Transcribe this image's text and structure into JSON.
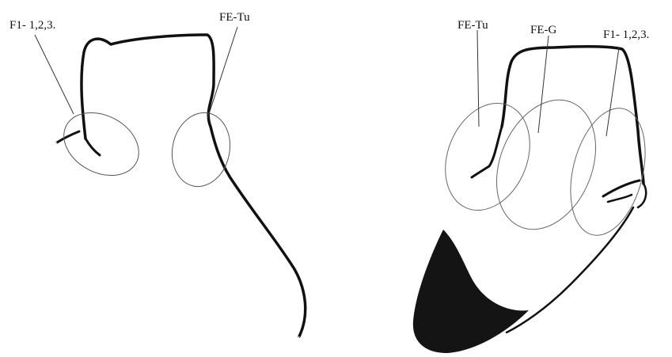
{
  "figures": [
    {
      "id": "left",
      "labels": {
        "a": "F1- 1,2,3.",
        "b": "FE-Tu"
      }
    },
    {
      "id": "right",
      "labels": {
        "a": "FE-Tu",
        "b": "FE-G",
        "c": "F1- 1,2,3."
      }
    }
  ],
  "colors": {
    "outline": "#111111",
    "shade": "#000000",
    "ring": "#555555",
    "background": "#ffffff"
  }
}
